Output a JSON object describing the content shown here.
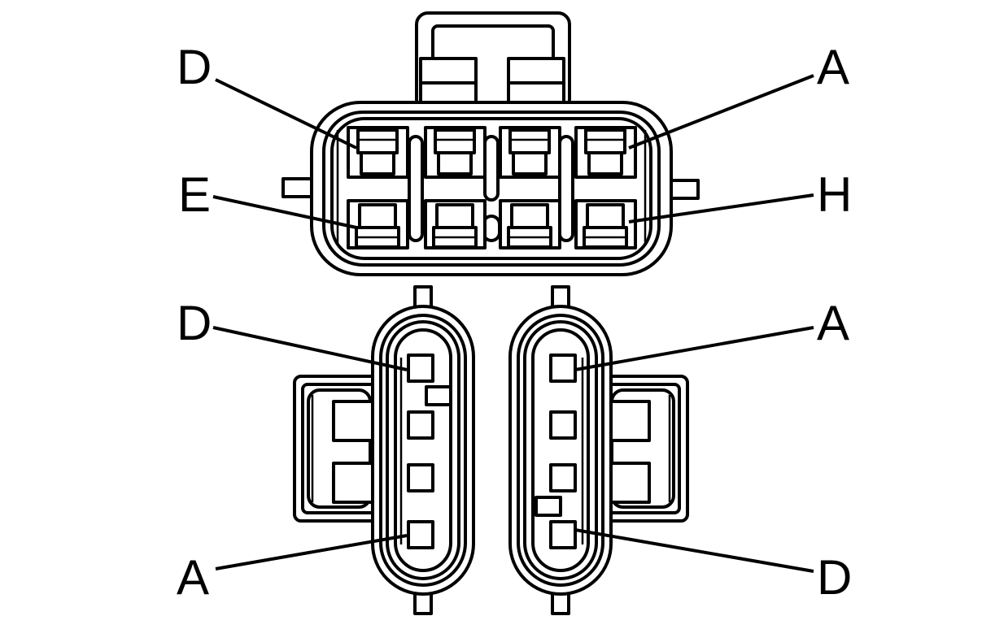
{
  "diagram": {
    "top_connector": {
      "labels": {
        "top_left": "D",
        "top_right": "A",
        "bottom_left": "E",
        "bottom_right": "H"
      }
    },
    "left_connector": {
      "labels": {
        "top": "D",
        "bottom": "A"
      }
    },
    "right_connector": {
      "labels": {
        "top": "A",
        "bottom": "D"
      }
    },
    "colors": {
      "line": "#000000",
      "background": "#ffffff"
    }
  }
}
